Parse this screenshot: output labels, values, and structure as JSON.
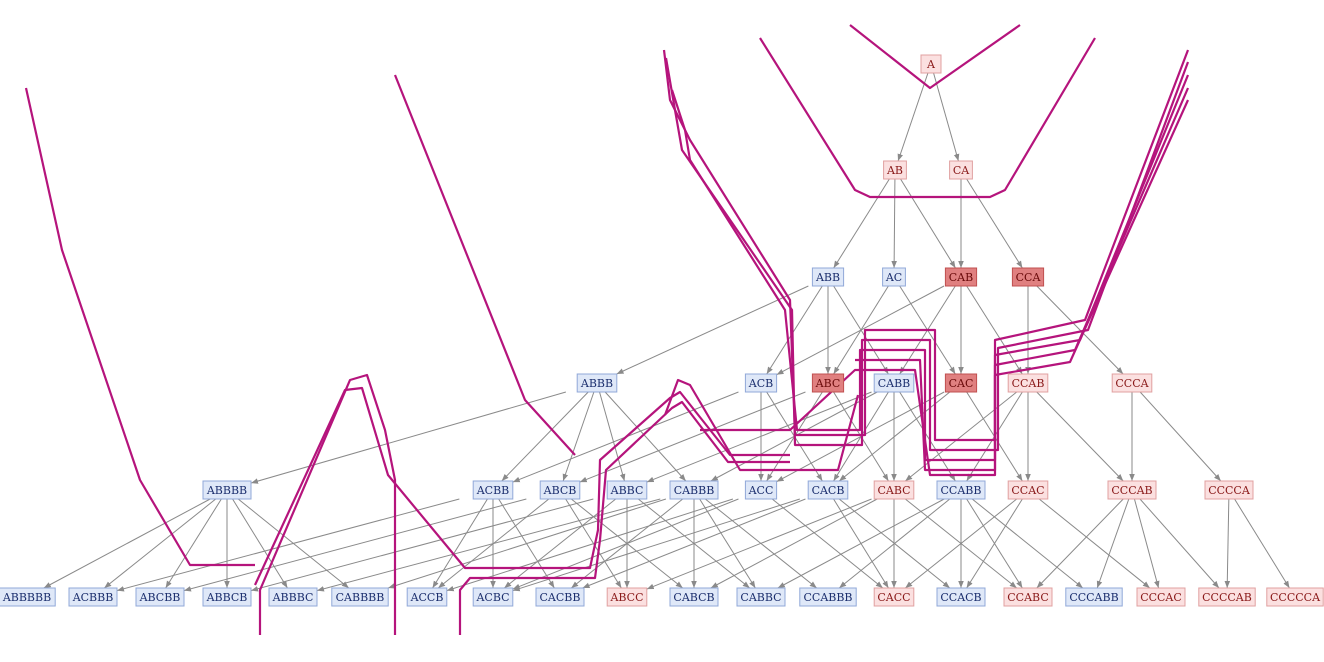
{
  "colors": {
    "blue_fill": "#dfe8f8",
    "blue_stroke": "#90a8d8",
    "blue_text": "#1c2f6e",
    "pink_fill": "#fbe0e0",
    "pink_stroke": "#e0a0a0",
    "pink_text": "#8a1a1a",
    "red_fill": "#e08080",
    "red_stroke": "#c05050",
    "red_text": "#6a0a0a",
    "edge": "#8a8a8a",
    "curve": "#b5147c"
  },
  "nodes": [
    {
      "id": "A",
      "label": "A",
      "style": "pink"
    },
    {
      "id": "AB",
      "label": "AB",
      "style": "pink"
    },
    {
      "id": "CA",
      "label": "CA",
      "style": "pink"
    },
    {
      "id": "ABB",
      "label": "ABB",
      "style": "blue"
    },
    {
      "id": "AC",
      "label": "AC",
      "style": "blue"
    },
    {
      "id": "CAB",
      "label": "CAB",
      "style": "red"
    },
    {
      "id": "CCA",
      "label": "CCA",
      "style": "red"
    },
    {
      "id": "ABBB",
      "label": "ABBB",
      "style": "blue"
    },
    {
      "id": "ACB",
      "label": "ACB",
      "style": "blue"
    },
    {
      "id": "ABC",
      "label": "ABC",
      "style": "red"
    },
    {
      "id": "CABB",
      "label": "CABB",
      "style": "blue"
    },
    {
      "id": "CAC",
      "label": "CAC",
      "style": "red"
    },
    {
      "id": "CCAB",
      "label": "CCAB",
      "style": "pink"
    },
    {
      "id": "CCCA",
      "label": "CCCA",
      "style": "pink"
    },
    {
      "id": "ABBBB",
      "label": "ABBBB",
      "style": "blue"
    },
    {
      "id": "ACBB",
      "label": "ACBB",
      "style": "blue"
    },
    {
      "id": "ABCB",
      "label": "ABCB",
      "style": "blue"
    },
    {
      "id": "ABBC",
      "label": "ABBC",
      "style": "blue"
    },
    {
      "id": "CABBB",
      "label": "CABBB",
      "style": "blue"
    },
    {
      "id": "ACC",
      "label": "ACC",
      "style": "blue"
    },
    {
      "id": "CACB",
      "label": "CACB",
      "style": "blue"
    },
    {
      "id": "CABC",
      "label": "CABC",
      "style": "pink"
    },
    {
      "id": "CCABB",
      "label": "CCABB",
      "style": "blue"
    },
    {
      "id": "CCAC",
      "label": "CCAC",
      "style": "pink"
    },
    {
      "id": "CCCAB",
      "label": "CCCAB",
      "style": "pink"
    },
    {
      "id": "CCCCA",
      "label": "CCCCA",
      "style": "pink"
    },
    {
      "id": "ABBBBB",
      "label": "ABBBBB",
      "style": "blue"
    },
    {
      "id": "ACBBB",
      "label": "ACBBB",
      "style": "blue"
    },
    {
      "id": "ABCBB",
      "label": "ABCBB",
      "style": "blue"
    },
    {
      "id": "ABBCB",
      "label": "ABBCB",
      "style": "blue"
    },
    {
      "id": "ABBBC",
      "label": "ABBBC",
      "style": "blue"
    },
    {
      "id": "CABBBB",
      "label": "CABBBB",
      "style": "blue"
    },
    {
      "id": "ACCB",
      "label": "ACCB",
      "style": "blue"
    },
    {
      "id": "ACBC",
      "label": "ACBC",
      "style": "blue"
    },
    {
      "id": "CACBB",
      "label": "CACBB",
      "style": "blue"
    },
    {
      "id": "ABCC",
      "label": "ABCC",
      "style": "pink"
    },
    {
      "id": "CABCB",
      "label": "CABCB",
      "style": "blue"
    },
    {
      "id": "CABBC",
      "label": "CABBC",
      "style": "blue"
    },
    {
      "id": "CCABBB",
      "label": "CCABBB",
      "style": "blue"
    },
    {
      "id": "CACC",
      "label": "CACC",
      "style": "pink"
    },
    {
      "id": "CCACB",
      "label": "CCACB",
      "style": "blue"
    },
    {
      "id": "CCABC",
      "label": "CCABC",
      "style": "pink"
    },
    {
      "id": "CCCABB",
      "label": "CCCABB",
      "style": "blue"
    },
    {
      "id": "CCCAC",
      "label": "CCCAC",
      "style": "pink"
    },
    {
      "id": "CCCCAB",
      "label": "CCCCAB",
      "style": "pink"
    },
    {
      "id": "CCCCCA",
      "label": "CCCCCA",
      "style": "pink"
    }
  ],
  "edges": [
    [
      "A",
      "AB"
    ],
    [
      "A",
      "CA"
    ],
    [
      "AB",
      "ABB"
    ],
    [
      "AB",
      "AC"
    ],
    [
      "AB",
      "CAB"
    ],
    [
      "CA",
      "CAB"
    ],
    [
      "CA",
      "CCA"
    ],
    [
      "ABB",
      "ABBB"
    ],
    [
      "ABB",
      "ACB"
    ],
    [
      "ABB",
      "ABC"
    ],
    [
      "ABB",
      "CABB"
    ],
    [
      "AC",
      "ABC"
    ],
    [
      "AC",
      "CAC"
    ],
    [
      "CAB",
      "CABB"
    ],
    [
      "CAB",
      "CAC"
    ],
    [
      "CAB",
      "CCAB"
    ],
    [
      "CAB",
      "ACB"
    ],
    [
      "CCA",
      "CCAB"
    ],
    [
      "CCA",
      "CCCA"
    ],
    [
      "ABBB",
      "ABBBB"
    ],
    [
      "ABBB",
      "ACBB"
    ],
    [
      "ABBB",
      "ABCB"
    ],
    [
      "ABBB",
      "ABBC"
    ],
    [
      "ABBB",
      "CABBB"
    ],
    [
      "ACB",
      "ACBB"
    ],
    [
      "ACB",
      "ACC"
    ],
    [
      "ACB",
      "CACB"
    ],
    [
      "ABC",
      "ABCB"
    ],
    [
      "ABC",
      "ACC"
    ],
    [
      "ABC",
      "CABC"
    ],
    [
      "CABB",
      "CABBB"
    ],
    [
      "CABB",
      "CACB"
    ],
    [
      "CABB",
      "CABC"
    ],
    [
      "CABB",
      "CCABB"
    ],
    [
      "CABB",
      "ABBC"
    ],
    [
      "CAC",
      "ACC"
    ],
    [
      "CAC",
      "CACB"
    ],
    [
      "CAC",
      "CCAC"
    ],
    [
      "CCAB",
      "CCABB"
    ],
    [
      "CCAB",
      "CCAC"
    ],
    [
      "CCAB",
      "CCCAB"
    ],
    [
      "CCAB",
      "CABC"
    ],
    [
      "CCCA",
      "CCCAB"
    ],
    [
      "CCCA",
      "CCCCA"
    ],
    [
      "ABBBB",
      "ABBBBB"
    ],
    [
      "ABBBB",
      "ACBBB"
    ],
    [
      "ABBBB",
      "ABCBB"
    ],
    [
      "ABBBB",
      "ABBCB"
    ],
    [
      "ABBBB",
      "ABBBC"
    ],
    [
      "ABBBB",
      "CABBBB"
    ],
    [
      "ACBB",
      "ACBBB"
    ],
    [
      "ACBB",
      "ACCB"
    ],
    [
      "ACBB",
      "ACBC"
    ],
    [
      "ACBB",
      "CACBB"
    ],
    [
      "ABCB",
      "ABCBB"
    ],
    [
      "ABCB",
      "ACCB"
    ],
    [
      "ABCB",
      "ABCC"
    ],
    [
      "ABCB",
      "CABCB"
    ],
    [
      "ABBC",
      "ABBCB"
    ],
    [
      "ABBC",
      "ACBC"
    ],
    [
      "ABBC",
      "ABCC"
    ],
    [
      "ABBC",
      "CABBC"
    ],
    [
      "CABBB",
      "CABBBB"
    ],
    [
      "CABBB",
      "CACBB"
    ],
    [
      "CABBB",
      "CABCB"
    ],
    [
      "CABBB",
      "CABBC"
    ],
    [
      "CABBB",
      "CCABBB"
    ],
    [
      "CABBB",
      "ABBBC"
    ],
    [
      "ACC",
      "ACCB"
    ],
    [
      "ACC",
      "ACBC"
    ],
    [
      "ACC",
      "CACC"
    ],
    [
      "CACB",
      "CACBB"
    ],
    [
      "CACB",
      "CACC"
    ],
    [
      "CACB",
      "CCACB"
    ],
    [
      "CACB",
      "ACBC"
    ],
    [
      "CABC",
      "CABCB"
    ],
    [
      "CABC",
      "CACC"
    ],
    [
      "CABC",
      "CCABC"
    ],
    [
      "CABC",
      "ABCC"
    ],
    [
      "CCABB",
      "CCABBB"
    ],
    [
      "CCABB",
      "CCACB"
    ],
    [
      "CCABB",
      "CCABC"
    ],
    [
      "CCABB",
      "CCCABB"
    ],
    [
      "CCABB",
      "CABBC"
    ],
    [
      "CCAC",
      "CACC"
    ],
    [
      "CCAC",
      "CCACB"
    ],
    [
      "CCAC",
      "CCCAC"
    ],
    [
      "CCCAB",
      "CCCABB"
    ],
    [
      "CCCAB",
      "CCCAC"
    ],
    [
      "CCCAB",
      "CCCCAB"
    ],
    [
      "CCCAB",
      "CCABC"
    ],
    [
      "CCCCA",
      "CCCCAB"
    ],
    [
      "CCCCA",
      "CCCCCA"
    ]
  ]
}
